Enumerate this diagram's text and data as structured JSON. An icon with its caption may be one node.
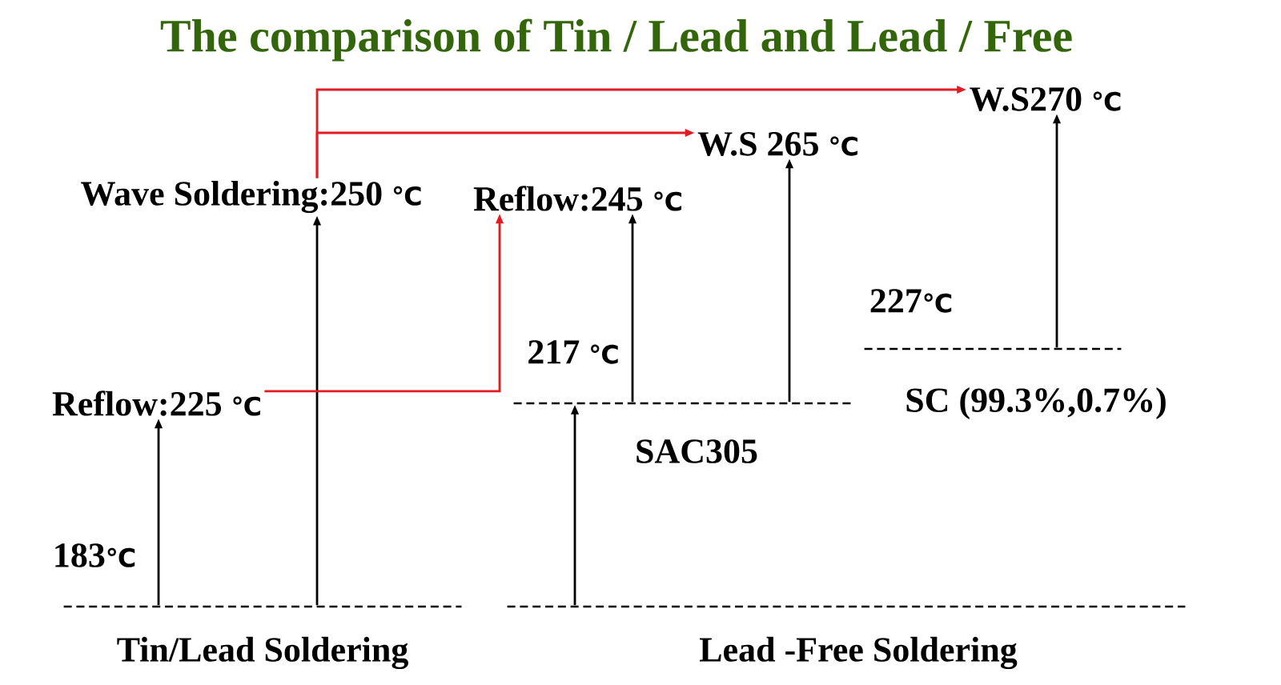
{
  "diagram": {
    "title": "The comparison of Tin / Lead and Lead / Free",
    "nodes": [
      {
        "text": [
          "W.S270 ℃"
        ]
      },
      {
        "text": [
          "W.S 265 ℃"
        ]
      },
      {
        "text": [
          "Wave Soldering:250 ℃"
        ]
      },
      {
        "text": [
          "Reflow:245 ℃"
        ]
      },
      {
        "text": [],
        "shape": "line",
        "beside": [
          "227℃",
          "SC (99.3%,0.7%)"
        ]
      },
      {
        "text": [
          "Reflow:225 ℃"
        ]
      },
      {
        "text": [],
        "shape": "line",
        "beside": [
          "217 ℃",
          "SAC305"
        ]
      },
      {
        "text": [],
        "shape": "line",
        "beside": [
          "183℃",
          "Tin/Lead Soldering"
        ]
      },
      {
        "text": [],
        "shape": "line",
        "beside": [
          "Lead -Free Soldering"
        ]
      }
    ],
    "edges": [
      {
        "from": 7,
        "to": 5,
        "arrow": "to"
      },
      {
        "from": 7,
        "to": 2,
        "arrow": "to"
      },
      {
        "from": 5,
        "to": 3,
        "arrow": "to",
        "color": "#e31b23"
      },
      {
        "from": 2,
        "to": 0,
        "arrow": "to",
        "color": "#e31b23"
      },
      {
        "from": 2,
        "to": 1,
        "arrow": "to",
        "color": "#e31b23"
      },
      {
        "from": 8,
        "to": 6,
        "arrow": "to"
      },
      {
        "from": 6,
        "to": 3,
        "arrow": "to"
      },
      {
        "from": 6,
        "to": 1,
        "arrow": "to"
      },
      {
        "from": 4,
        "to": 0,
        "arrow": "to"
      }
    ]
  }
}
